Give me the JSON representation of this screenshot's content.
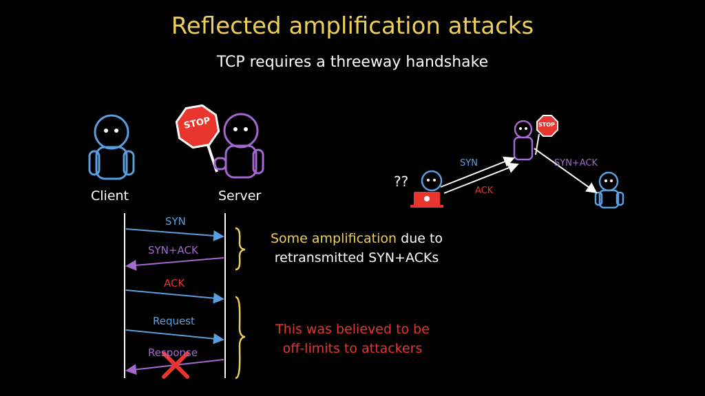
{
  "slide": {
    "title": "Reflected amplification attacks",
    "subtitle": "TCP requires a threeway handshake"
  },
  "left": {
    "client_label": "Client",
    "server_label": "Server",
    "stop_sign": "STOP",
    "messages": {
      "syn": "SYN",
      "synack": "SYN+ACK",
      "ack": "ACK",
      "request": "Request",
      "response": "Response"
    },
    "note1": {
      "highlight": "Some amplification",
      "rest1": " due to",
      "line2": "retransmitted SYN+ACKs"
    },
    "note2": {
      "line1": "This was believed to be",
      "line2": "off-limits to attackers"
    }
  },
  "right": {
    "question": "??",
    "syn": "SYN",
    "ack": "ACK",
    "synack": "SYN+ACK",
    "stop_sign": "STOP"
  },
  "colors": {
    "title": "#ECD05A",
    "blue": "#5AA0E0",
    "purple": "#A468D0",
    "red": "#E8362E",
    "yellow": "#ECD05A",
    "white": "#FFFFFF"
  }
}
